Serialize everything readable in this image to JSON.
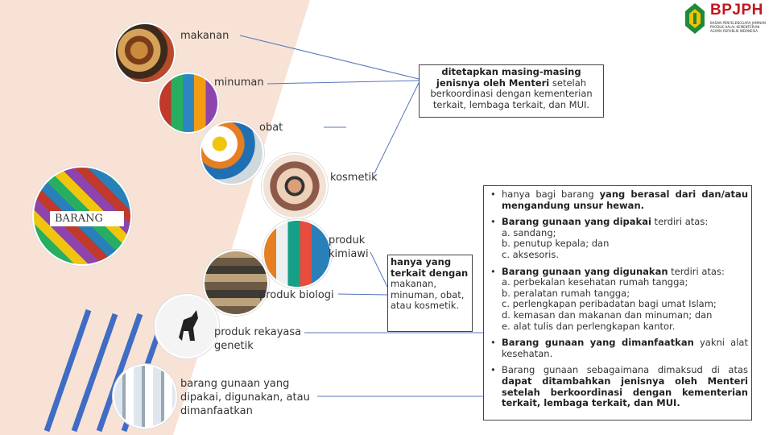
{
  "logo": {
    "name": "BPJPH",
    "subtitle": "BADAN PENYELENGGARA JAMINAN PRODUK HALAL KEMENTERIAN AGAMA REPUBLIK INDONESIA"
  },
  "categories": {
    "makanan": "makanan",
    "minuman": "minuman",
    "obat": "obat",
    "kosmetik": "kosmetik",
    "barang": "BARANG",
    "produk_kimiawi": "produk kimiawi",
    "produk_biologi": "produk biologi",
    "produk_rekayasa_genetik": "produk rekayasa genetik",
    "barang_gunaan": "barang gunaan yang dipakai, digunakan, atau dimanfaatkan"
  },
  "note_top": {
    "bold": "ditetapkan masing-masing jenisnya oleh Menteri",
    "rest": " setelah berkoordinasi dengan kementerian terkait, lembaga terkait, dan MUI."
  },
  "note_mid": {
    "bold": "hanya yang terkait dengan",
    "rest": " makanan, minuman, obat, atau kosmetik."
  },
  "bullets": {
    "b1_pre": "hanya bagi barang ",
    "b1_bold": "yang berasal dari dan/atau mengandung unsur hewan.",
    "b2_bold": "Barang gunaan yang dipakai",
    "b2_rest": " terdiri atas:",
    "b2_items": [
      "a. sandang;",
      "b. penutup kepala; dan",
      "c. aksesoris."
    ],
    "b3_bold": "Barang gunaan yang digunakan",
    "b3_rest": " terdiri atas:",
    "b3_items": [
      "a. perbekalan kesehatan rumah tangga;",
      "b. peralatan rumah tangga;",
      "c. perlengkapan peribadatan bagi umat Islam;",
      "d. kemasan dan makanan dan minuman; dan",
      "e. alat tulis dan perlengkapan kantor."
    ],
    "b4_bold": "Barang gunaan yang dimanfaatkan",
    "b4_rest": " yakni alat kesehatan.",
    "b5_pre": "Barang gunaan sebagaimana dimaksud di atas ",
    "b5_bold": "dapat ditambahkan jenisnya oleh Menteri setelah berkoordinasi dengan kementerian terkait, lembaga terkait, dan MUI."
  },
  "colors": {
    "peach": "#f8e2d6",
    "line": "#4a6fb5",
    "stripe": "#3f6cc4"
  }
}
